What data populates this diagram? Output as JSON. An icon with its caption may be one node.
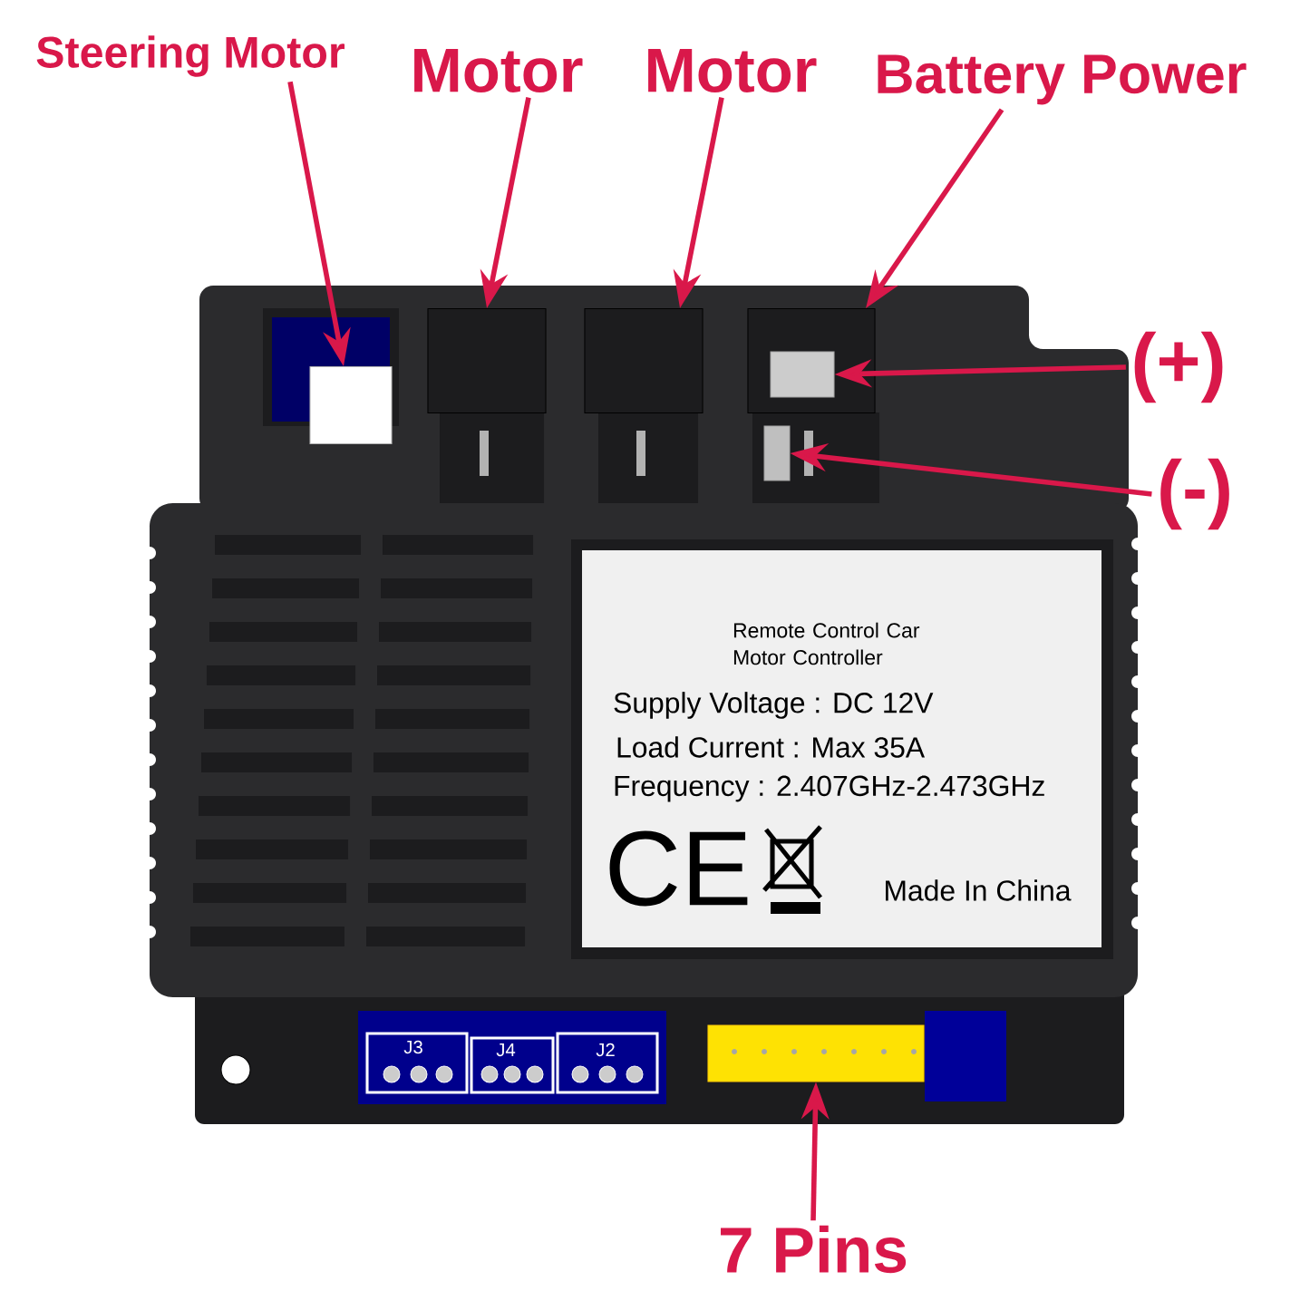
{
  "diagram": {
    "nodes": [
      {
        "text": [
          "Steering Motor"
        ]
      },
      {
        "text": [
          "Motor"
        ]
      },
      {
        "text": [
          "Motor"
        ]
      },
      {
        "text": [
          "Battery Power"
        ]
      },
      {
        "text": [
          "(+)"
        ]
      },
      {
        "text": [
          "(-)"
        ]
      },
      {
        "text": [
          "7 Pins"
        ]
      },
      {
        "text": [],
        "shape": "box"
      },
      {
        "text": [],
        "shape": "box"
      },
      {
        "text": [],
        "shape": "box"
      },
      {
        "text": [],
        "shape": "box"
      },
      {
        "text": [],
        "shape": "box",
        "in": 10
      },
      {
        "text": [],
        "shape": "box"
      },
      {
        "text": [],
        "shape": "box"
      }
    ],
    "edges": [
      {
        "from": 0,
        "to": 7,
        "arrow": "to"
      },
      {
        "from": 1,
        "to": 8,
        "arrow": "to"
      },
      {
        "from": 2,
        "to": 9,
        "arrow": "to"
      },
      {
        "from": 3,
        "to": 10,
        "arrow": "to"
      },
      {
        "from": 4,
        "to": 11,
        "arrow": "to"
      },
      {
        "from": 5,
        "to": 12,
        "arrow": "to"
      },
      {
        "from": 6,
        "to": 13,
        "arrow": "to"
      }
    ],
    "labels": [
      "Remote Control Car Motor Controller",
      "Supply Voltage : DC 12V",
      "Load Current : Max 35A",
      "Frequency : 2.407GHz-2.473GHz",
      "CE",
      "Made In China",
      "J3",
      "J4",
      "J2"
    ]
  }
}
